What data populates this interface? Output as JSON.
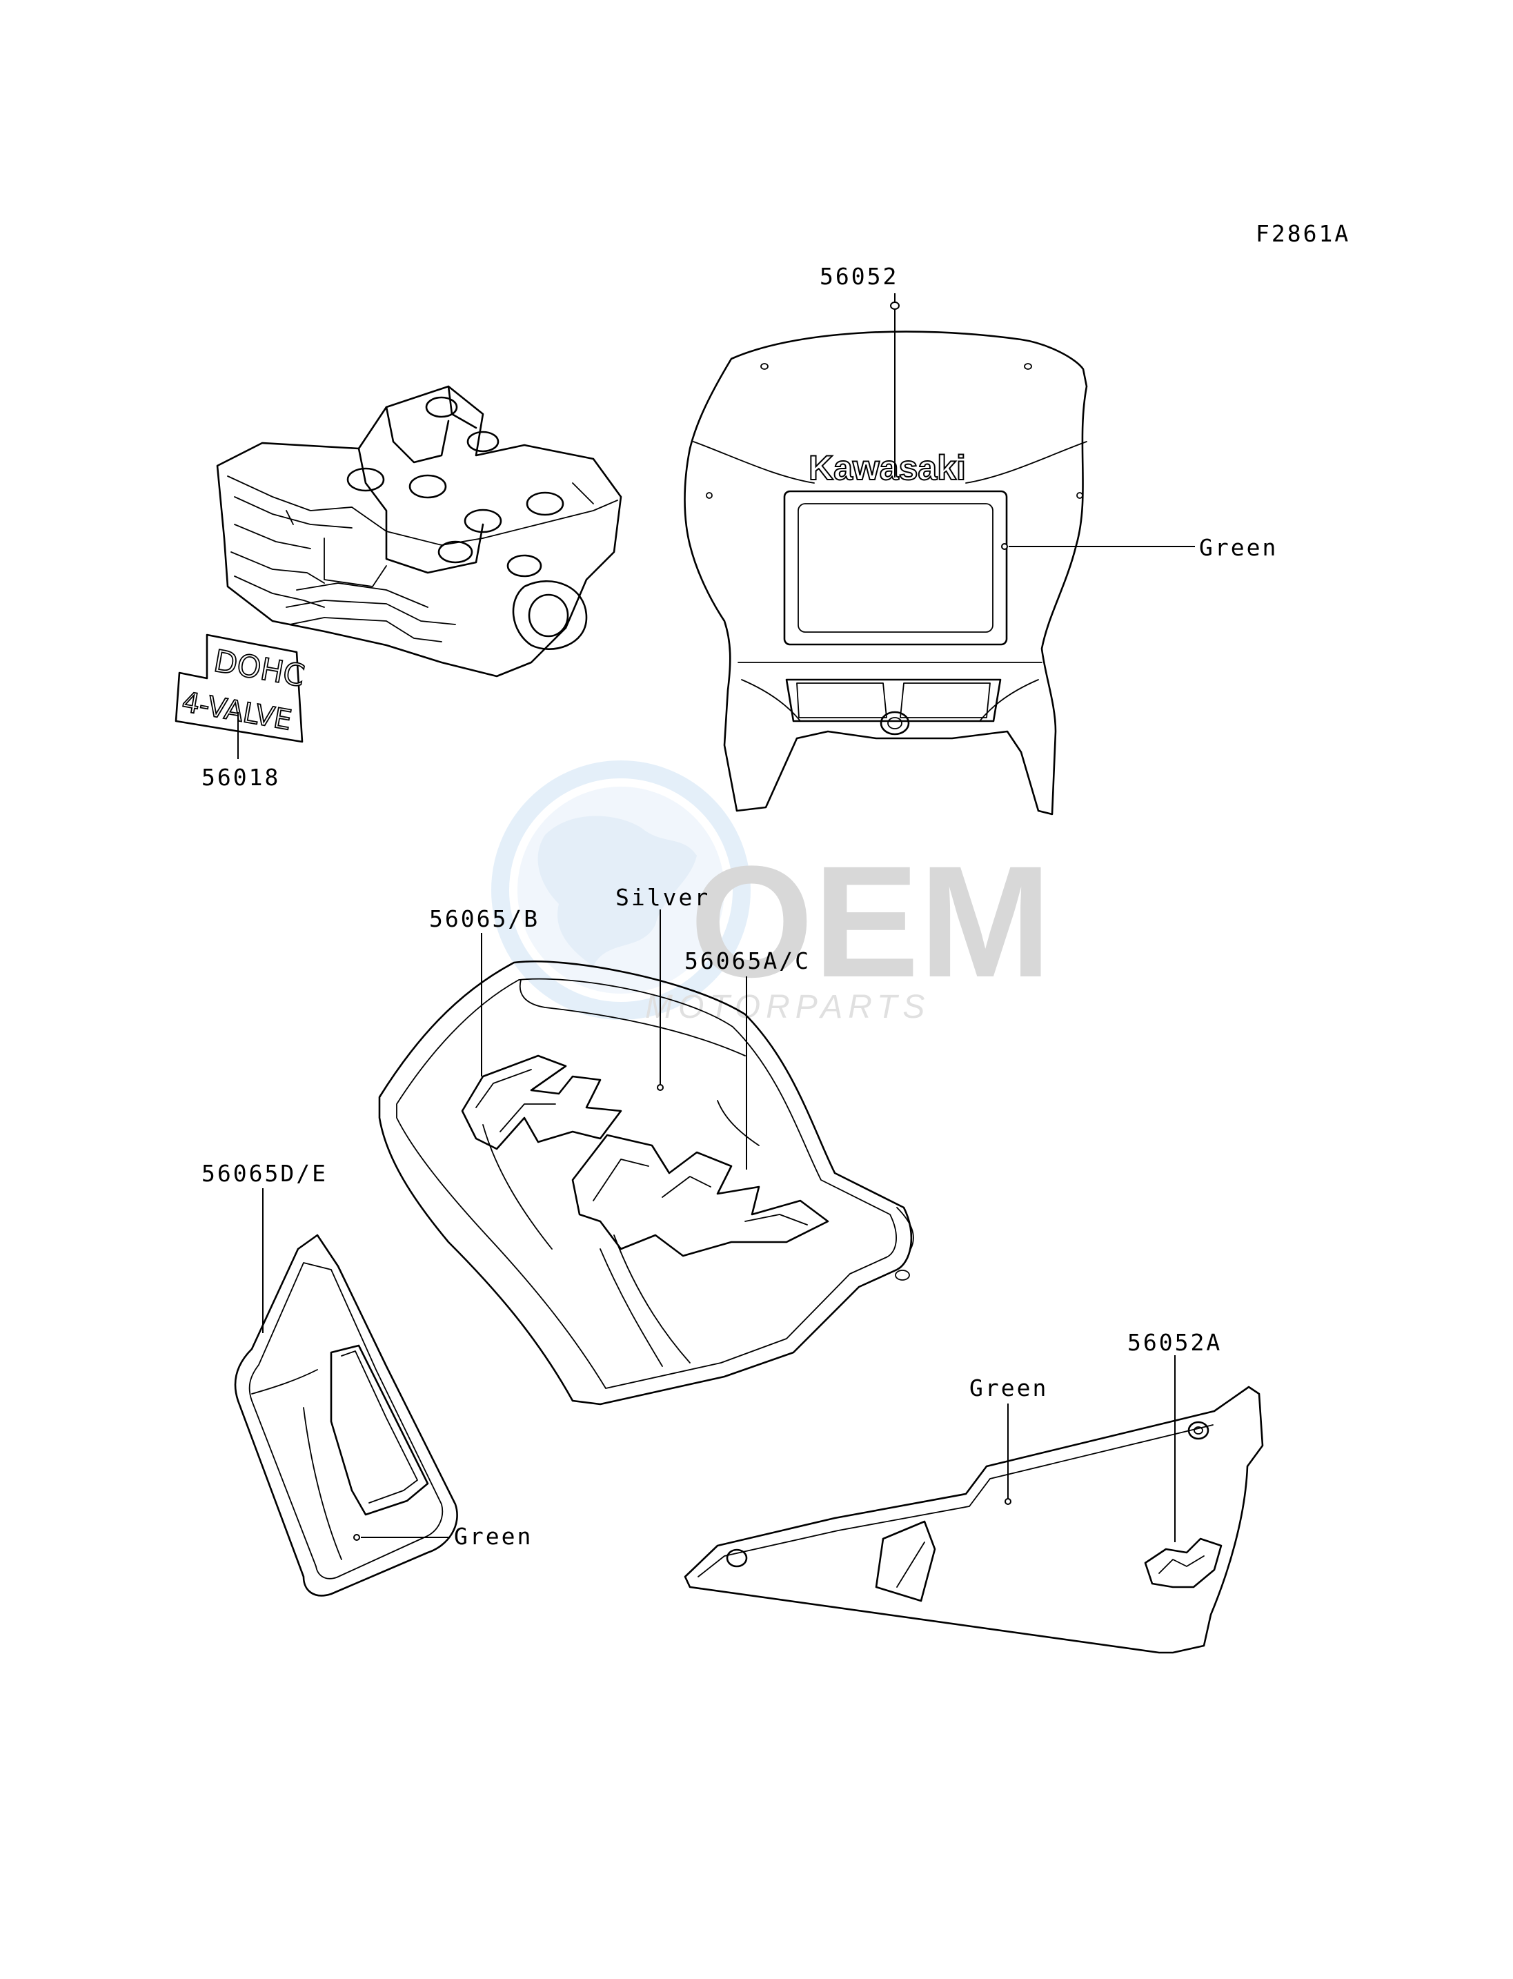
{
  "figure_id": "F2861A",
  "parts": {
    "cowl_decal": "56052",
    "side_cover_decal": "56052A",
    "engine_decal": "56018",
    "tank_decal_left": "56065/B",
    "tank_decal_right": "56065A/C",
    "shroud_decal": "56065D/E"
  },
  "colors": {
    "cowl": "Green",
    "tank": "Silver",
    "shroud": "Green",
    "side_cover": "Green"
  },
  "decals": {
    "brand": "Kawasaki",
    "engine_line1": "DOHC",
    "engine_line2": "4-VALVE"
  },
  "watermark": {
    "logo_text": "OEM",
    "sub_text": "MOTORPARTS"
  }
}
